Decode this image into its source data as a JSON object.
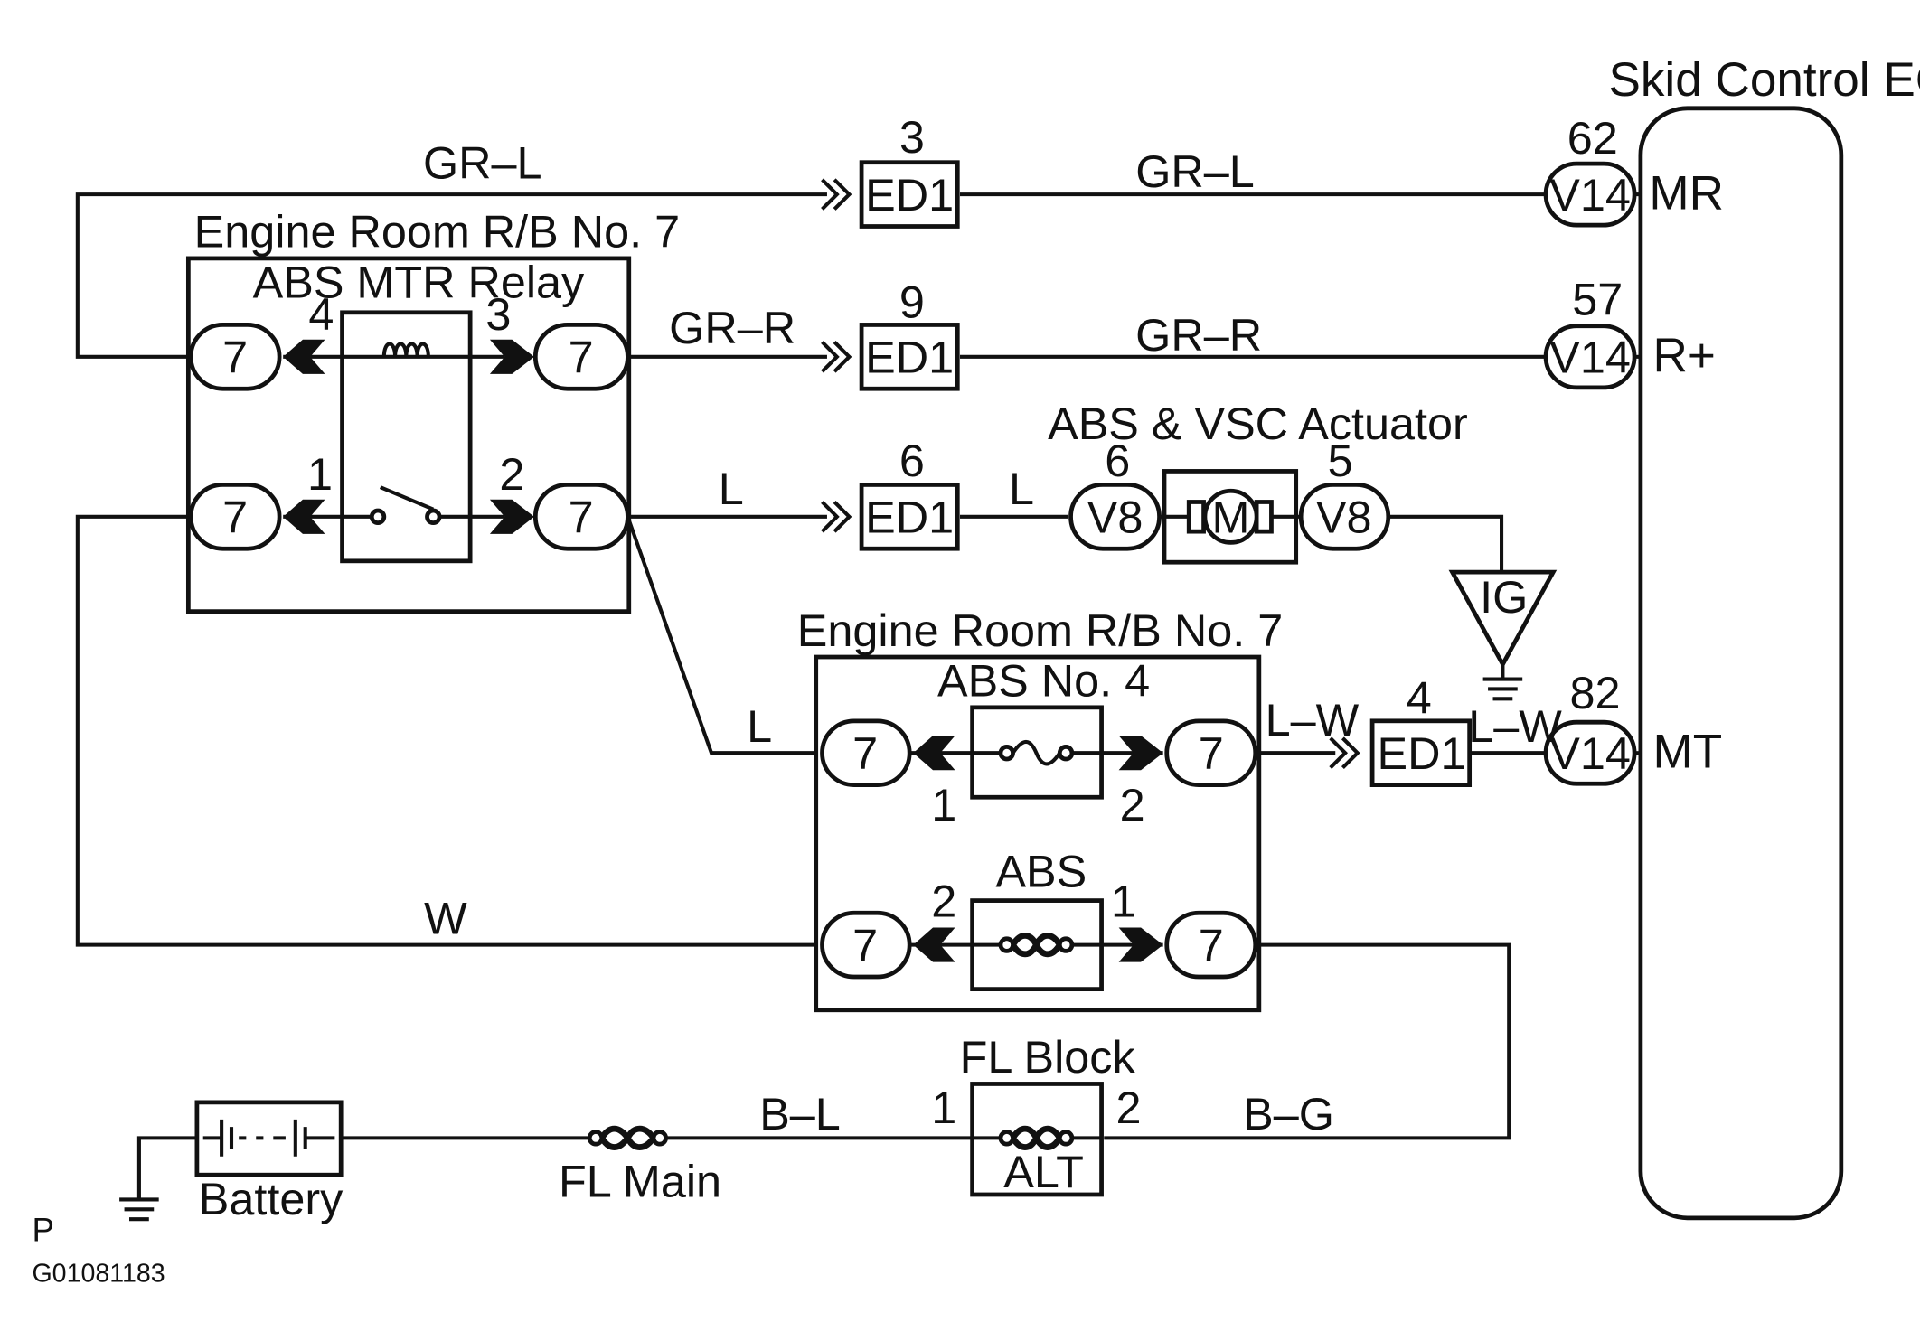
{
  "ecu": {
    "title": "Skid Control ECU",
    "pin_mr": "62",
    "pin_rplus": "57",
    "pin_mt": "82",
    "term_mr": "MR",
    "term_rplus": "R+",
    "term_mt": "MT"
  },
  "relay_block": {
    "title": "Engine Room R/B No. 7",
    "relay_label": "ABS MTR Relay",
    "pin_4": "4",
    "pin_3": "3",
    "pin_1": "1",
    "pin_2": "2"
  },
  "fuse_block": {
    "title": "Engine Room R/B No. 7",
    "fuse1_label": "ABS No. 4",
    "fuse2_label": "ABS",
    "f1_left": "1",
    "f1_right": "2",
    "f2_left": "2",
    "f2_right": "1"
  },
  "actuator": {
    "title": "ABS & VSC Actuator",
    "pin_left": "6",
    "pin_right": "5",
    "motor": "M"
  },
  "ig": {
    "label": "IG"
  },
  "fl_block": {
    "title": "FL Block",
    "fuse_label": "ALT",
    "pin_left": "1",
    "pin_right": "2"
  },
  "fl_main": {
    "label": "FL Main"
  },
  "battery": {
    "label": "Battery"
  },
  "junctions": {
    "j1_num": "3",
    "j2_num": "9",
    "j3_num": "6",
    "j4_num": "4"
  },
  "connectors": {
    "ed1": "ED1",
    "v14": "V14",
    "v8": "V8",
    "rb7": "7"
  },
  "wires": {
    "gr_l": "GR–L",
    "gr_r": "GR–R",
    "l": "L",
    "l_w": "L–W",
    "w": "W",
    "b_l": "B–L",
    "b_g": "B–G"
  },
  "footer": {
    "page_letter": "P",
    "figure_id": "G01081183"
  }
}
